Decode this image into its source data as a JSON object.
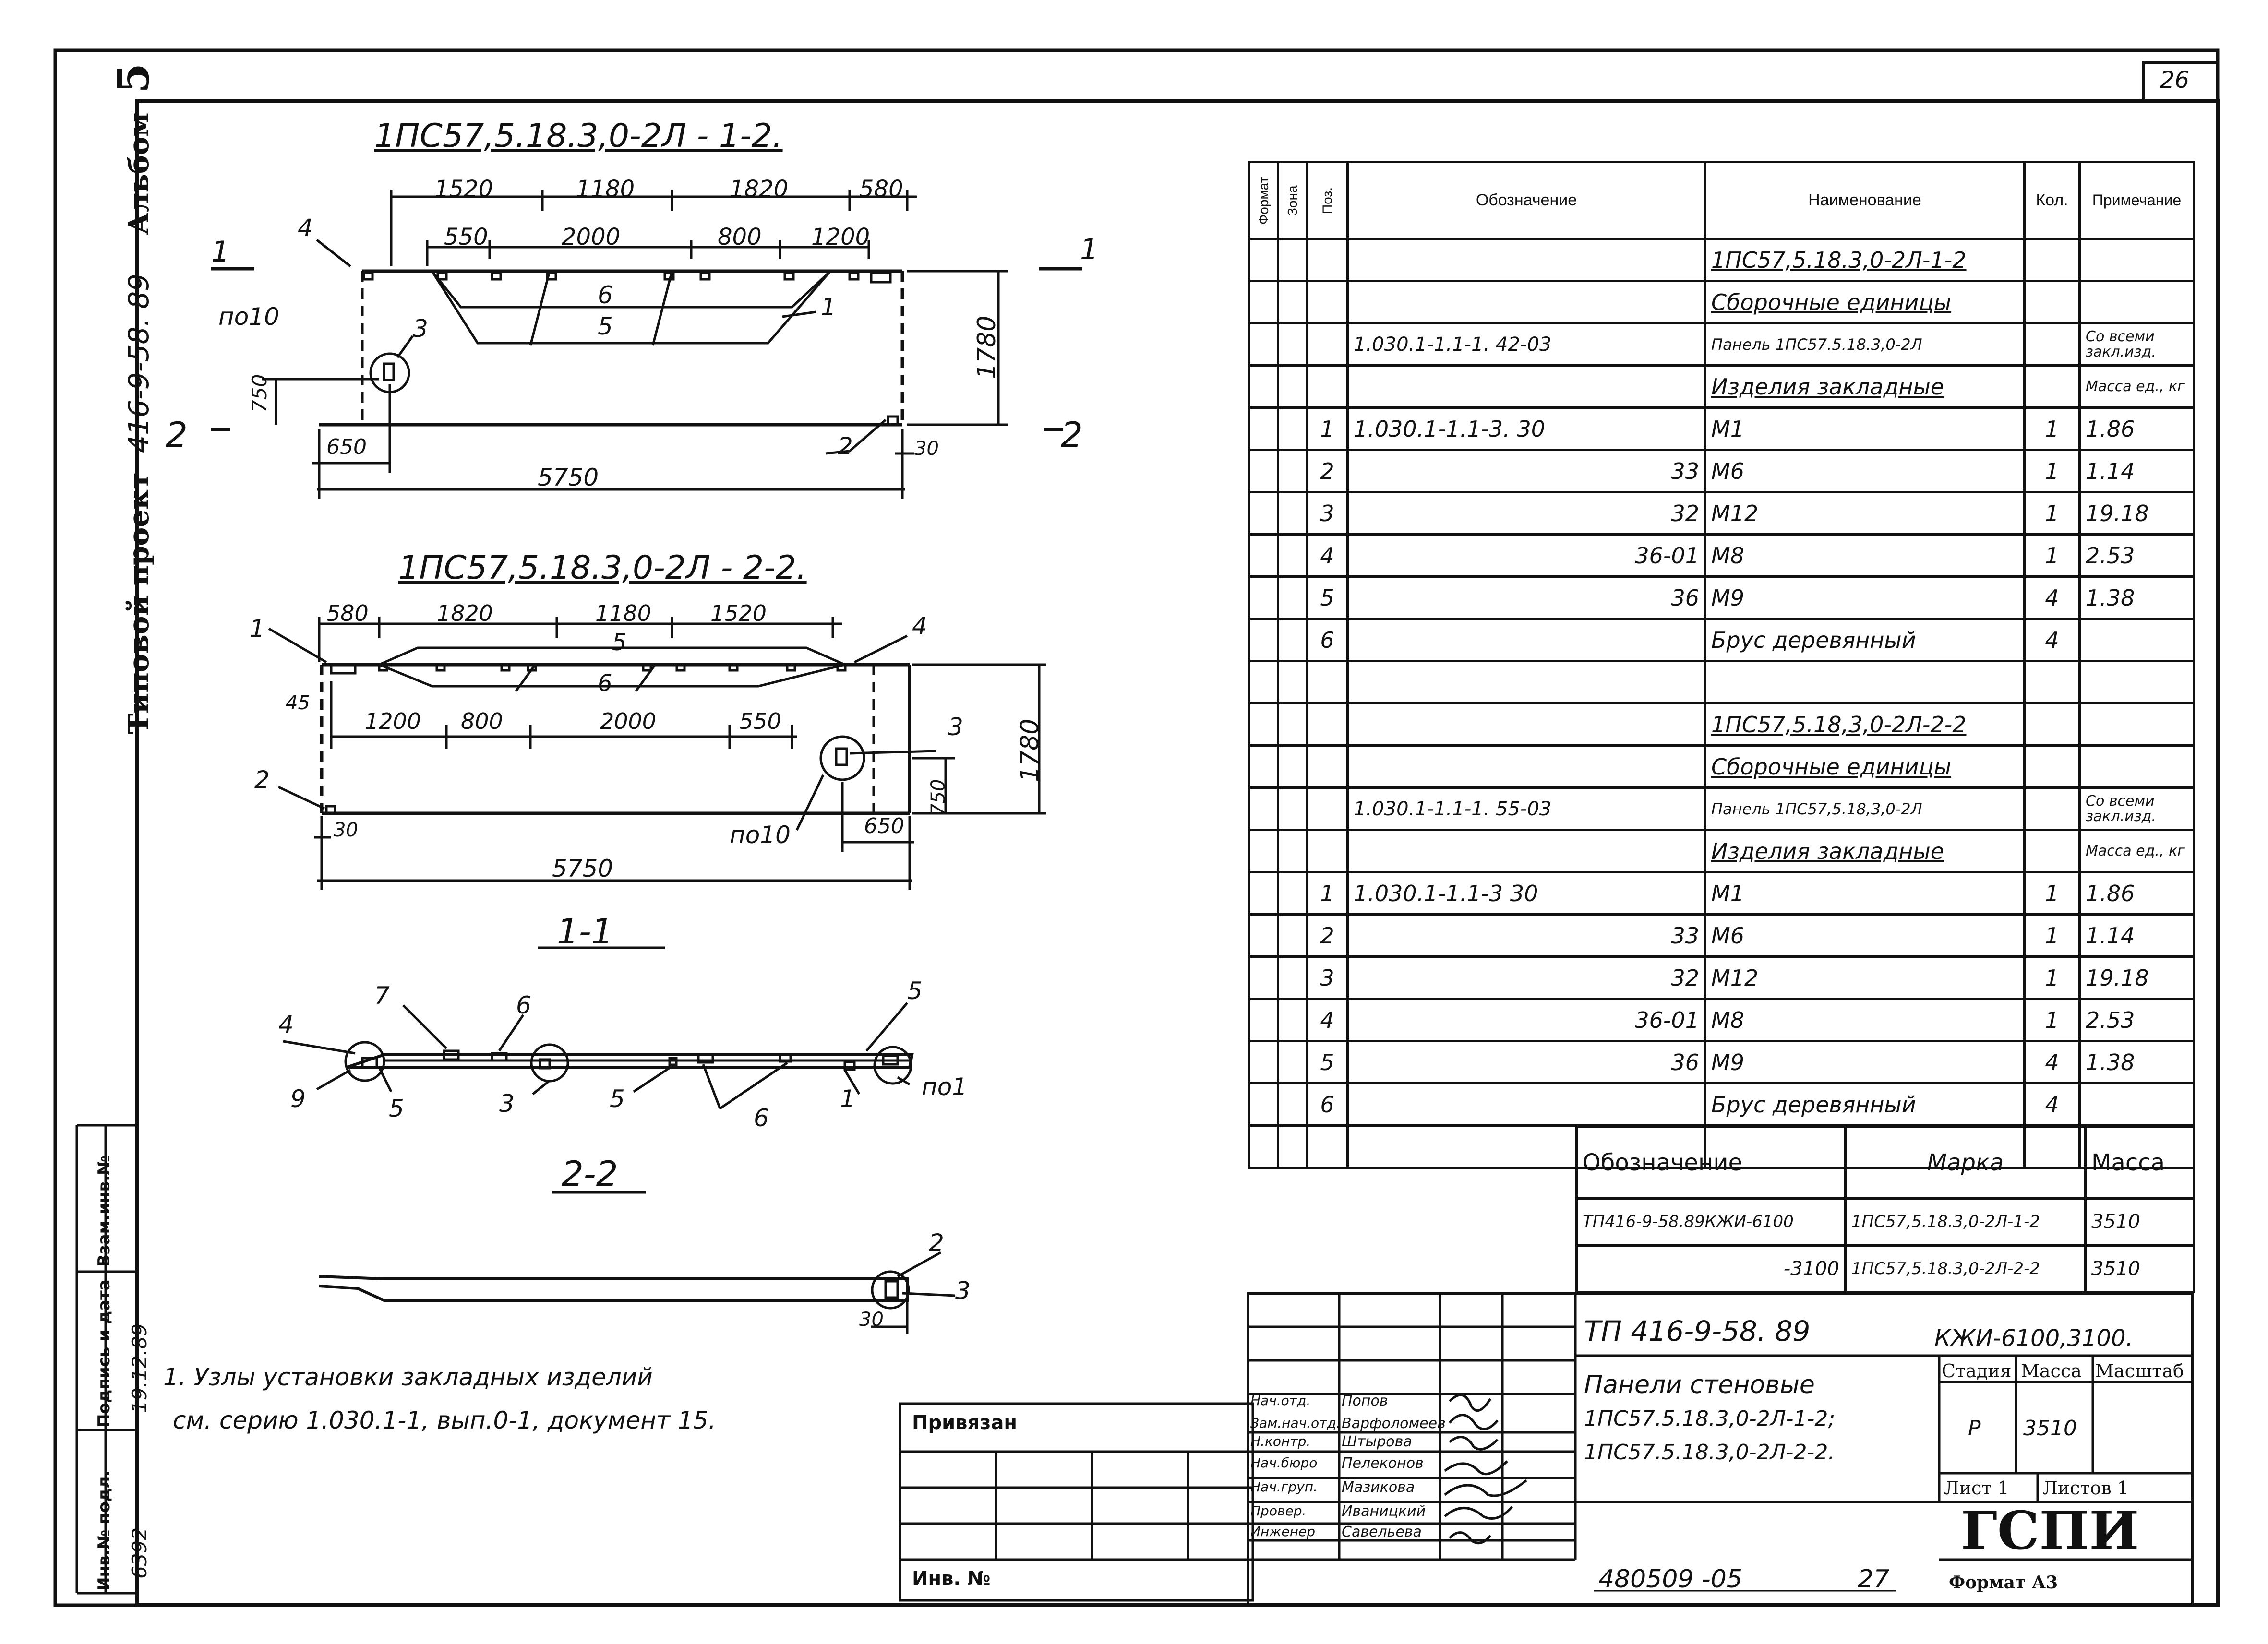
{
  "page_number": "26",
  "album": {
    "project_label": "Типовой проект",
    "project_code": "416-9-58. 89",
    "album_label": "Альбом",
    "album_no": "5"
  },
  "left_stamp": {
    "inv_label": "Инв.№ подл.",
    "sign_label": "Подпись и дата",
    "vzam_label": "Взам.инв.№",
    "inv_value": "6392",
    "date_value": "19.12.89"
  },
  "views": {
    "view1_title": "1ПС57,5.18.3,0-2Л - 1-2.",
    "view2_title": "1ПС57,5.18.3,0-2Л - 2-2.",
    "section1_title": "1-1",
    "section2_title": "2-2",
    "v1_dims_top": [
      "1520",
      "1180",
      "1820",
      "580"
    ],
    "v1_dims_second": [
      "550",
      "2000",
      "800",
      "1200"
    ],
    "v1_dims_other": {
      "height": "1780",
      "left": "650",
      "length": "5750",
      "h750": "750",
      "edge30": "30"
    },
    "v1_labels": {
      "sec1": "1",
      "sec2": "2",
      "pos4": "4",
      "pos3": "3",
      "pos6": "6",
      "pos5": "5",
      "pos1": "1",
      "pos2": "2",
      "po10": "по10"
    },
    "v2_dims_top": [
      "580",
      "1820",
      "1180",
      "1520"
    ],
    "v2_dims_second": [
      "1200",
      "800",
      "2000",
      "550"
    ],
    "v2_dims_other": {
      "height": "1780",
      "right": "650",
      "length": "5750",
      "h750": "750",
      "edge30": "30",
      "edge45": "45"
    },
    "v2_labels": {
      "pos1": "1",
      "pos4": "4",
      "pos5": "5",
      "pos6": "6",
      "pos3": "3",
      "pos2": "2",
      "po10": "по10"
    },
    "s1_labels": {
      "p4": "4",
      "p7": "7",
      "p6": "6",
      "p5": "5",
      "p9": "9",
      "p5b": "5",
      "p3": "3",
      "p5c": "5",
      "p6b": "6",
      "p1": "1",
      "po1": "по1"
    },
    "s2_labels": {
      "p2": "2",
      "p3": "3",
      "d30": "30"
    }
  },
  "note": {
    "line1": "1. Узлы установки закладных изделий",
    "line2": "см. серию 1.030.1-1, вып.0-1, документ 15."
  },
  "spec": {
    "headers": [
      "Формат",
      "Зона",
      "Поз.",
      "Обозначение",
      "Наименование",
      "Кол.",
      "Примечание"
    ],
    "rows": [
      [
        "",
        "",
        "",
        "",
        "1ПС57,5.18.3,0-2Л-1-2",
        "",
        ""
      ],
      [
        "",
        "",
        "",
        "",
        "Сборочные единицы",
        "",
        ""
      ],
      [
        "",
        "",
        "",
        "1.030.1-1.1-1. 42-03",
        "Панель 1ПС57.5.18.3,0-2Л",
        "",
        "Со всеми закл.изд."
      ],
      [
        "",
        "",
        "",
        "",
        "Изделия закладные",
        "",
        "Масса ед., кг"
      ],
      [
        "",
        "",
        "1",
        "1.030.1-1.1-3. 30",
        "М1",
        "1",
        "1.86"
      ],
      [
        "",
        "",
        "2",
        "33",
        "М6",
        "1",
        "1.14"
      ],
      [
        "",
        "",
        "3",
        "32",
        "М12",
        "1",
        "19.18"
      ],
      [
        "",
        "",
        "4",
        "36-01",
        "М8",
        "1",
        "2.53"
      ],
      [
        "",
        "",
        "5",
        "36",
        "М9",
        "4",
        "1.38"
      ],
      [
        "",
        "",
        "6",
        "",
        "Брус деревянный",
        "4",
        ""
      ],
      [
        "",
        "",
        "",
        "",
        "",
        "",
        ""
      ],
      [
        "",
        "",
        "",
        "",
        "1ПС57,5.18,3,0-2Л-2-2",
        "",
        ""
      ],
      [
        "",
        "",
        "",
        "",
        "Сборочные единицы",
        "",
        ""
      ],
      [
        "",
        "",
        "",
        "1.030.1-1.1-1. 55-03",
        "Панель 1ПС57,5.18,3,0-2Л",
        "",
        "Со всеми закл.изд."
      ],
      [
        "",
        "",
        "",
        "",
        "Изделия закладные",
        "",
        "Масса ед., кг"
      ],
      [
        "",
        "",
        "1",
        "1.030.1-1.1-3  30",
        "М1",
        "1",
        "1.86"
      ],
      [
        "",
        "",
        "2",
        "33",
        "М6",
        "1",
        "1.14"
      ],
      [
        "",
        "",
        "3",
        "32",
        "М12",
        "1",
        "19.18"
      ],
      [
        "",
        "",
        "4",
        "36-01",
        "М8",
        "1",
        "2.53"
      ],
      [
        "",
        "",
        "5",
        "36",
        "М9",
        "4",
        "1.38"
      ],
      [
        "",
        "",
        "6",
        "",
        "Брус деревянный",
        "4",
        ""
      ],
      [
        "",
        "",
        "",
        "",
        "",
        "",
        ""
      ]
    ]
  },
  "marks": {
    "headers": [
      "Обозначение",
      "Марка",
      "Масса"
    ],
    "rows": [
      [
        "ТП416-9-58.89КЖИ-6100",
        "1ПС57,5.18.3,0-2Л-1-2",
        "3510"
      ],
      [
        "-3100",
        "1ПС57,5.18.3,0-2Л-2-2",
        "3510"
      ]
    ]
  },
  "title_block": {
    "project": "ТП 416-9-58. 89",
    "doc": "КЖИ-6100,3100.",
    "name_line1": "Панели стеновые",
    "name_line2": "1ПС57.5.18.3,0-2Л-1-2;",
    "name_line3": "1ПС57.5.18.3,0-2Л-2-2.",
    "stage_label": "Стадия",
    "mass_label": "Масса",
    "scale_label": "Масштаб",
    "stage_value": "Р",
    "mass_value": "3510",
    "sheet_label": "Лист 1",
    "sheets_label": "Листов 1",
    "org": "ГСПИ",
    "format_label": "Формат А3",
    "bottom_code": "480509 -05",
    "bottom_num": "27",
    "signers": [
      [
        "Нач.отд.",
        "Попов"
      ],
      [
        "Зам.нач.отд.",
        "Варфоломеев"
      ],
      [
        "Н.контр.",
        "Штырова"
      ],
      [
        "Нач.бюро",
        "Пелеконов"
      ],
      [
        "Нач.груп.",
        "Мазикова"
      ],
      [
        "Провер.",
        "Иваницкий"
      ],
      [
        "Инженер",
        "Савельева"
      ]
    ]
  },
  "privyazan": {
    "label": "Привязан",
    "inv_label": "Инв. №"
  }
}
